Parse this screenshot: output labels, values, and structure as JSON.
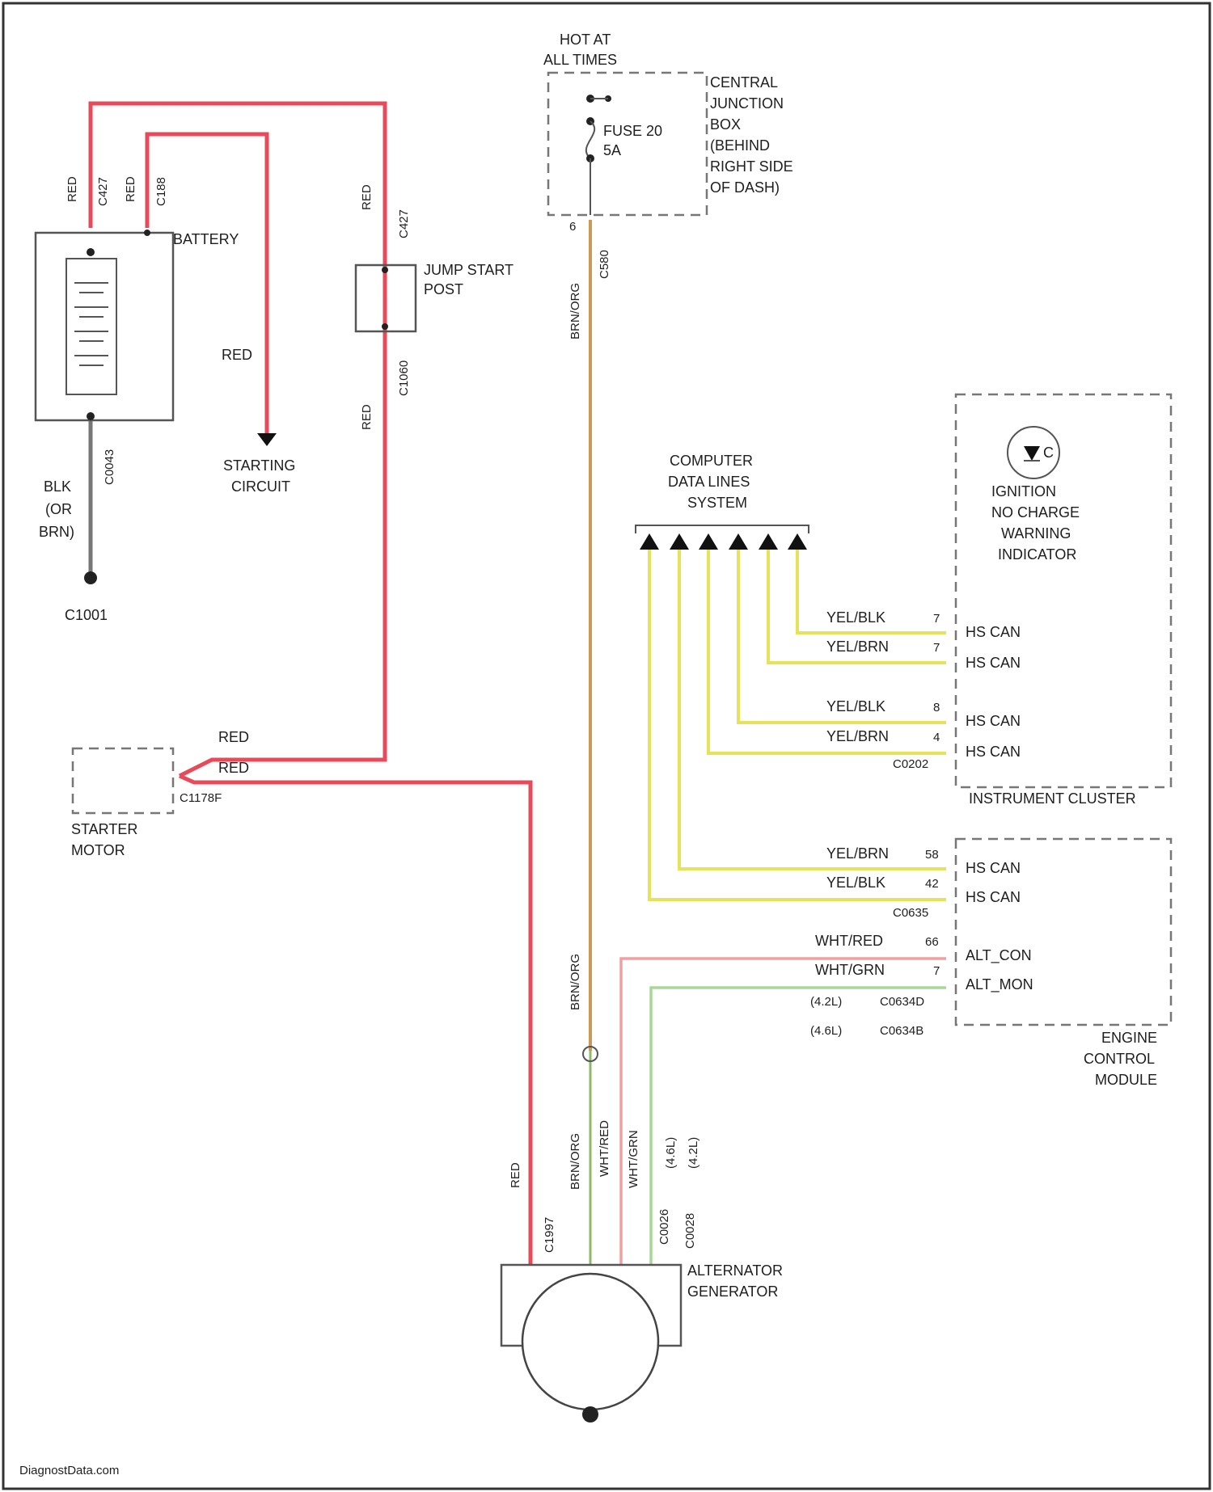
{
  "labels": {
    "hot_at_all_times_1": "HOT AT",
    "hot_at_all_times_2": "ALL TIMES",
    "cjb_1": "CENTRAL",
    "cjb_2": "JUNCTION",
    "cjb_3": "BOX",
    "cjb_4": "(BEHIND",
    "cjb_5": "RIGHT SIDE",
    "cjb_6": "OF DASH)",
    "fuse_1": "FUSE 20",
    "fuse_2": "5A",
    "battery": "BATTERY",
    "jump_start_1": "JUMP START",
    "jump_start_2": "POST",
    "starting_circuit_1": "STARTING",
    "starting_circuit_2": "CIRCUIT",
    "ground_wire_1": "BLK",
    "ground_wire_2": "(OR",
    "ground_wire_3": "BRN)",
    "ground_point": "C1001",
    "red_mid": "RED",
    "starter_motor_1": "STARTER",
    "starter_motor_2": "MOTOR",
    "starter_conn": "C1178F",
    "starter_red_1": "RED",
    "starter_red_2": "RED",
    "cdl_1": "COMPUTER",
    "cdl_2": "DATA LINES",
    "cdl_3": "SYSTEM",
    "ic_indicator_1": "IGNITION",
    "ic_indicator_2": "NO CHARGE",
    "ic_indicator_3": "WARNING",
    "ic_indicator_4": "INDICATOR",
    "instrument_cluster": "INSTRUMENT CLUSTER",
    "ic_conn": "C0202",
    "ecm_1": "ENGINE",
    "ecm_2": "CONTROL",
    "ecm_3": "MODULE",
    "ecm_conn": "C0635",
    "ecm_conn_a": "C0634D",
    "ecm_conn_b": "C0634B",
    "variant_a": "(4.2L)",
    "variant_b": "(4.6L)",
    "alt_1": "ALTERNATOR",
    "alt_2": "GENERATOR",
    "watermark": "DiagnostData.com"
  },
  "vertical_labels": {
    "bat_red_1": "RED",
    "bat_c1": "C427",
    "bat_red_2": "RED",
    "bat_c2": "C188",
    "bat_gnd": "C0043",
    "jump_red_top": "RED",
    "jump_c_top": "C427",
    "jump_c_bot": "C1060",
    "jump_red_bot": "RED",
    "fuse_wire": "BRN/ORG",
    "fuse_conn": "C580",
    "alt_brnorg": "BRN/ORG",
    "alt_red": "RED",
    "alt_conn": "C1997",
    "alt_w1": "BRN/ORG",
    "alt_w2": "WHT/RED",
    "alt_w3": "WHT/GRN",
    "alt_v1": "(4.6L)",
    "alt_v2": "(4.2L)",
    "alt_c1": "C0026",
    "alt_c2": "C0028"
  },
  "ic_pins": [
    {
      "wire": "YEL/BLK",
      "pin": "7",
      "signal": "HS CAN"
    },
    {
      "wire": "YEL/BRN",
      "pin": "7",
      "signal": "HS CAN"
    },
    {
      "wire": "YEL/BLK",
      "pin": "8",
      "signal": "HS CAN"
    },
    {
      "wire": "YEL/BRN",
      "pin": "4",
      "signal": "HS CAN"
    }
  ],
  "ecm_pins": [
    {
      "wire": "YEL/BRN",
      "pin": "58",
      "signal": "HS CAN"
    },
    {
      "wire": "YEL/BLK",
      "pin": "42",
      "signal": "HS CAN"
    },
    {
      "wire": "WHT/RED",
      "pin": "66",
      "signal": "ALT_CON"
    },
    {
      "wire": "WHT/GRN",
      "pin": "7",
      "signal": "ALT_MON"
    }
  ],
  "colors": {
    "battery_cable": "#e84a5a",
    "ground": "#777777",
    "fused_feed": "#c99a55",
    "can_bus": "#e6e25a",
    "alt_control": "#f0a0a0",
    "alt_monitor": "#a8d898"
  }
}
